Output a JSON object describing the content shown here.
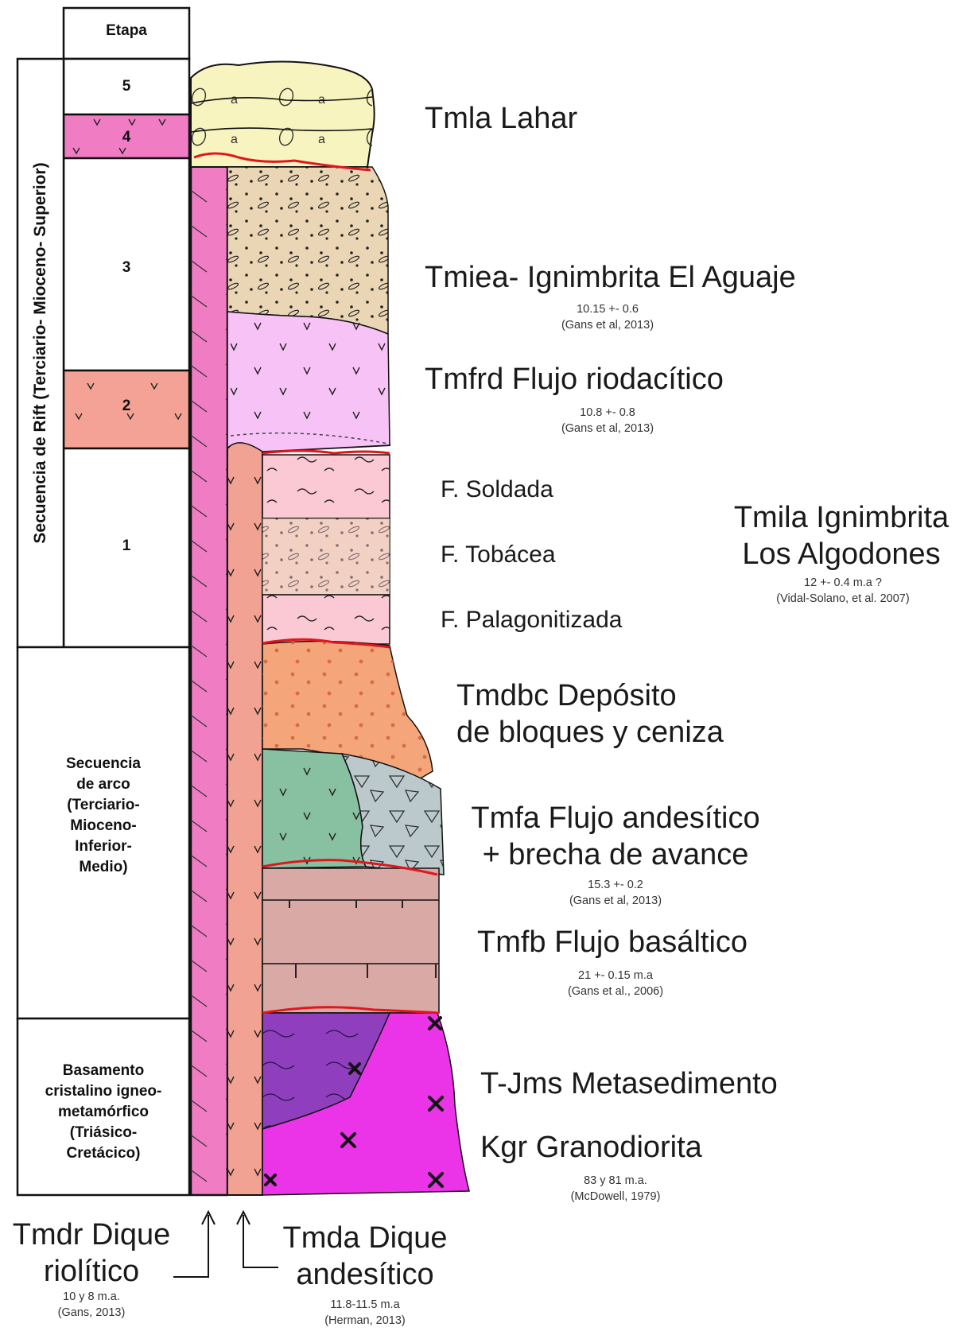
{
  "stage_header": "Etapa",
  "stages": [
    "5",
    "4",
    "3",
    "2",
    "1"
  ],
  "rift_sequence": "Secuencia de Rift (Terciario- Mioceno- Superior)",
  "arc_sequence": [
    "Secuencia",
    "de arco",
    "(Terciario-",
    "Mioceno-",
    "Inferior-",
    "Medio)"
  ],
  "basement": [
    "Basamento",
    "cristalino igneo-",
    "metamórfico",
    "(Triásico-",
    "Cretácico)"
  ],
  "units": {
    "lahar": "Tmla Lahar",
    "aguaje": {
      "name": "Tmiea- Ignimbrita El Aguaje",
      "age": "10.15 +- 0.6",
      "ref": "(Gans et al, 2013)"
    },
    "riodacitico": {
      "name": "Tmfrd Flujo riodacítico",
      "age": "10.8 +- 0.8",
      "ref": "(Gans et al, 2013)"
    },
    "soldada": "F. Soldada",
    "tobacea": "F. Tobácea",
    "palagonitizada": "F. Palagonitizada",
    "algodones": {
      "name": [
        "Tmila Ignimbrita",
        "Los Algodones"
      ],
      "age": "12 +- 0.4 m.a ?",
      "ref": "(Vidal-Solano, et al. 2007)"
    },
    "tmdbc": [
      "Tmdbc Depósito",
      "de bloques y ceniza"
    ],
    "tmfa": {
      "name": [
        "Tmfa Flujo andesítico",
        "+ brecha de avance"
      ],
      "age": "15.3 +- 0.2",
      "ref": "(Gans et al, 2013)"
    },
    "tmfb": {
      "name": "Tmfb Flujo basáltico",
      "age": "21 +- 0.15 m.a",
      "ref": "(Gans et al., 2006)"
    },
    "tjms": "T-Jms Metasedimento",
    "kgr": {
      "name": "Kgr Granodiorita",
      "age": "83 y 81 m.a.",
      "ref": "(McDowell, 1979)"
    },
    "tmdr": {
      "name": [
        "Tmdr Dique",
        "riolítico"
      ],
      "age": "10 y 8 m.a.",
      "ref": "(Gans, 2013)"
    },
    "tmda": {
      "name": [
        "Tmda Dique",
        "andesítico"
      ],
      "age": "11.8-11.5 m.a",
      "ref": "(Herman, 2013)"
    }
  },
  "colors": {
    "lahar": "#f7f4bf",
    "aguaje": "#ead6b5",
    "riodacitico": "#f7c3f7",
    "salmon_dike": "#f2a293",
    "pink_dike": "#f07cc4",
    "soldada": "#fbc9d4",
    "tmdbc": "#f4a67a",
    "green": "#88c0a2",
    "breccia": "#bcc9cc",
    "basalt": "#d9a9a6",
    "metased": "#8f3fbd",
    "granodiorite": "#eb33e8",
    "stage2": "#f4a295",
    "stage4": "#f07cc4",
    "contact": "#e0161b"
  }
}
